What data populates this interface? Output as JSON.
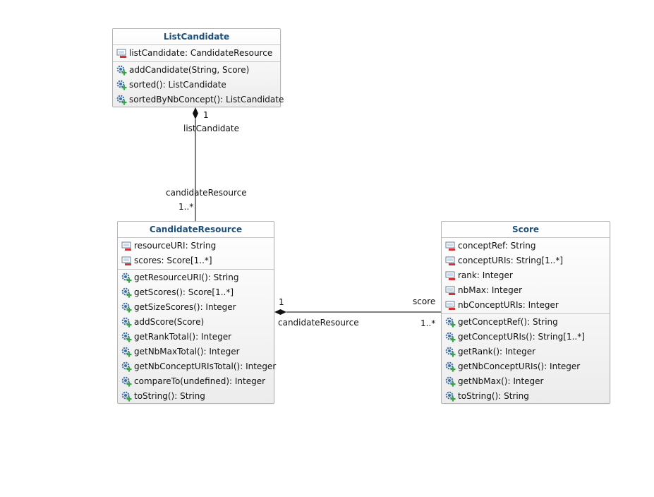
{
  "classes": {
    "listCandidate": {
      "name": "ListCandidate",
      "attributes": [
        {
          "text": "listCandidate: CandidateResource",
          "icon": "private-attribute-icon"
        }
      ],
      "operations": [
        {
          "text": "addCandidate(String, Score)",
          "icon": "public-operation-icon"
        },
        {
          "text": "sorted(): ListCandidate",
          "icon": "public-operation-icon"
        },
        {
          "text": "sortedByNbConcept(): ListCandidate",
          "icon": "public-operation-icon"
        }
      ]
    },
    "candidateResource": {
      "name": "CandidateResource",
      "attributes": [
        {
          "text": "resourceURI: String",
          "icon": "private-attribute-icon"
        },
        {
          "text": "scores: Score[1..*]",
          "icon": "private-attribute-icon"
        }
      ],
      "operations": [
        {
          "text": "getResourceURI(): String",
          "icon": "public-operation-icon"
        },
        {
          "text": "getScores(): Score[1..*]",
          "icon": "public-operation-icon"
        },
        {
          "text": "getSizeScores(): Integer",
          "icon": "public-operation-icon"
        },
        {
          "text": "addScore(Score)",
          "icon": "public-operation-icon"
        },
        {
          "text": "getRankTotal(): Integer",
          "icon": "public-operation-icon"
        },
        {
          "text": "getNbMaxTotal(): Integer",
          "icon": "public-operation-icon"
        },
        {
          "text": "getNbConceptURIsTotal(): Integer",
          "icon": "public-operation-icon"
        },
        {
          "text": "compareTo(undefined): Integer",
          "icon": "public-operation-icon"
        },
        {
          "text": "toString(): String",
          "icon": "public-operation-icon"
        }
      ]
    },
    "score": {
      "name": "Score",
      "attributes": [
        {
          "text": "conceptRef: String",
          "icon": "private-attribute-icon"
        },
        {
          "text": "conceptURIs: String[1..*]",
          "icon": "private-attribute-icon"
        },
        {
          "text": "rank: Integer",
          "icon": "private-attribute-icon"
        },
        {
          "text": "nbMax: Integer",
          "icon": "private-attribute-icon"
        },
        {
          "text": "nbConceptURIs: Integer",
          "icon": "private-attribute-icon"
        }
      ],
      "operations": [
        {
          "text": "getConceptRef(): String",
          "icon": "public-operation-icon"
        },
        {
          "text": "getConceptURIs(): String[1..*]",
          "icon": "public-operation-icon"
        },
        {
          "text": "getRank(): Integer",
          "icon": "public-operation-icon"
        },
        {
          "text": "getNbConceptURIs(): Integer",
          "icon": "public-operation-icon"
        },
        {
          "text": "getNbMax(): Integer",
          "icon": "public-operation-icon"
        },
        {
          "text": "toString(): String",
          "icon": "public-operation-icon"
        }
      ]
    }
  },
  "associations": {
    "listToCandidate": {
      "type": "composition",
      "whole_multiplicity": "1",
      "whole_role": "listCandidate",
      "part_role": "candidateResource",
      "part_multiplicity": "1..*"
    },
    "candidateToScore": {
      "type": "composition",
      "whole_multiplicity": "1",
      "whole_role": "candidateResource",
      "part_role": "score",
      "part_multiplicity": "1..*"
    }
  },
  "colors": {
    "class_name": "#1d4f7a",
    "border": "#b4b4b4",
    "edge": "#555555",
    "attribute_icon_red": "#d0343a",
    "operation_icon_green": "#3aa347",
    "gear_blue": "#3d6fa8"
  }
}
